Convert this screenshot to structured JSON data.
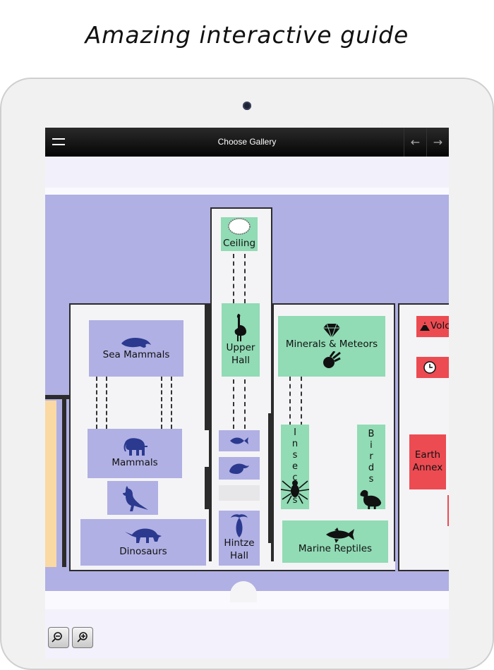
{
  "headline": "Amazing interactive guide",
  "topbar": {
    "title": "Choose Gallery",
    "back_icon": "←",
    "forward_icon": "→"
  },
  "rooms": {
    "ceiling": "Ceiling",
    "upper_hall": [
      "Upper",
      "Hall"
    ],
    "sea_mammals": "Sea Mammals",
    "mammals": "Mammals",
    "dinosaurs": "Dinosaurs",
    "hintze_hall": [
      "Hintze",
      "Hall"
    ],
    "minerals_meteors": "Minerals & Meteors",
    "insects_letters": [
      "I",
      "n",
      "s",
      "e",
      "c",
      "t",
      "s"
    ],
    "birds_letters": [
      "B",
      "i",
      "r",
      "d",
      "s"
    ],
    "marine_reptiles": "Marine Reptiles",
    "earth_annex": [
      "Earth",
      "Annex"
    ],
    "volcano_partial": "Volc"
  },
  "colors": {
    "blue_room": "#b0b0e4",
    "green_room": "#91dbb5",
    "red_room": "#ec4b52",
    "animal": "#2b3a8f"
  },
  "icons": [
    "menu-icon",
    "back-arrow-icon",
    "forward-arrow-icon",
    "whale-icon",
    "elephant-icon",
    "kangaroo-icon",
    "triceratops-icon",
    "fish-icon",
    "newt-icon",
    "blue-whale-icon",
    "ostrich-icon",
    "gem-icon",
    "meteor-icon",
    "spider-icon",
    "dodo-icon",
    "ichthyosaur-icon",
    "volcano-icon",
    "clock-icon",
    "zoom-out-icon",
    "zoom-in-icon"
  ]
}
